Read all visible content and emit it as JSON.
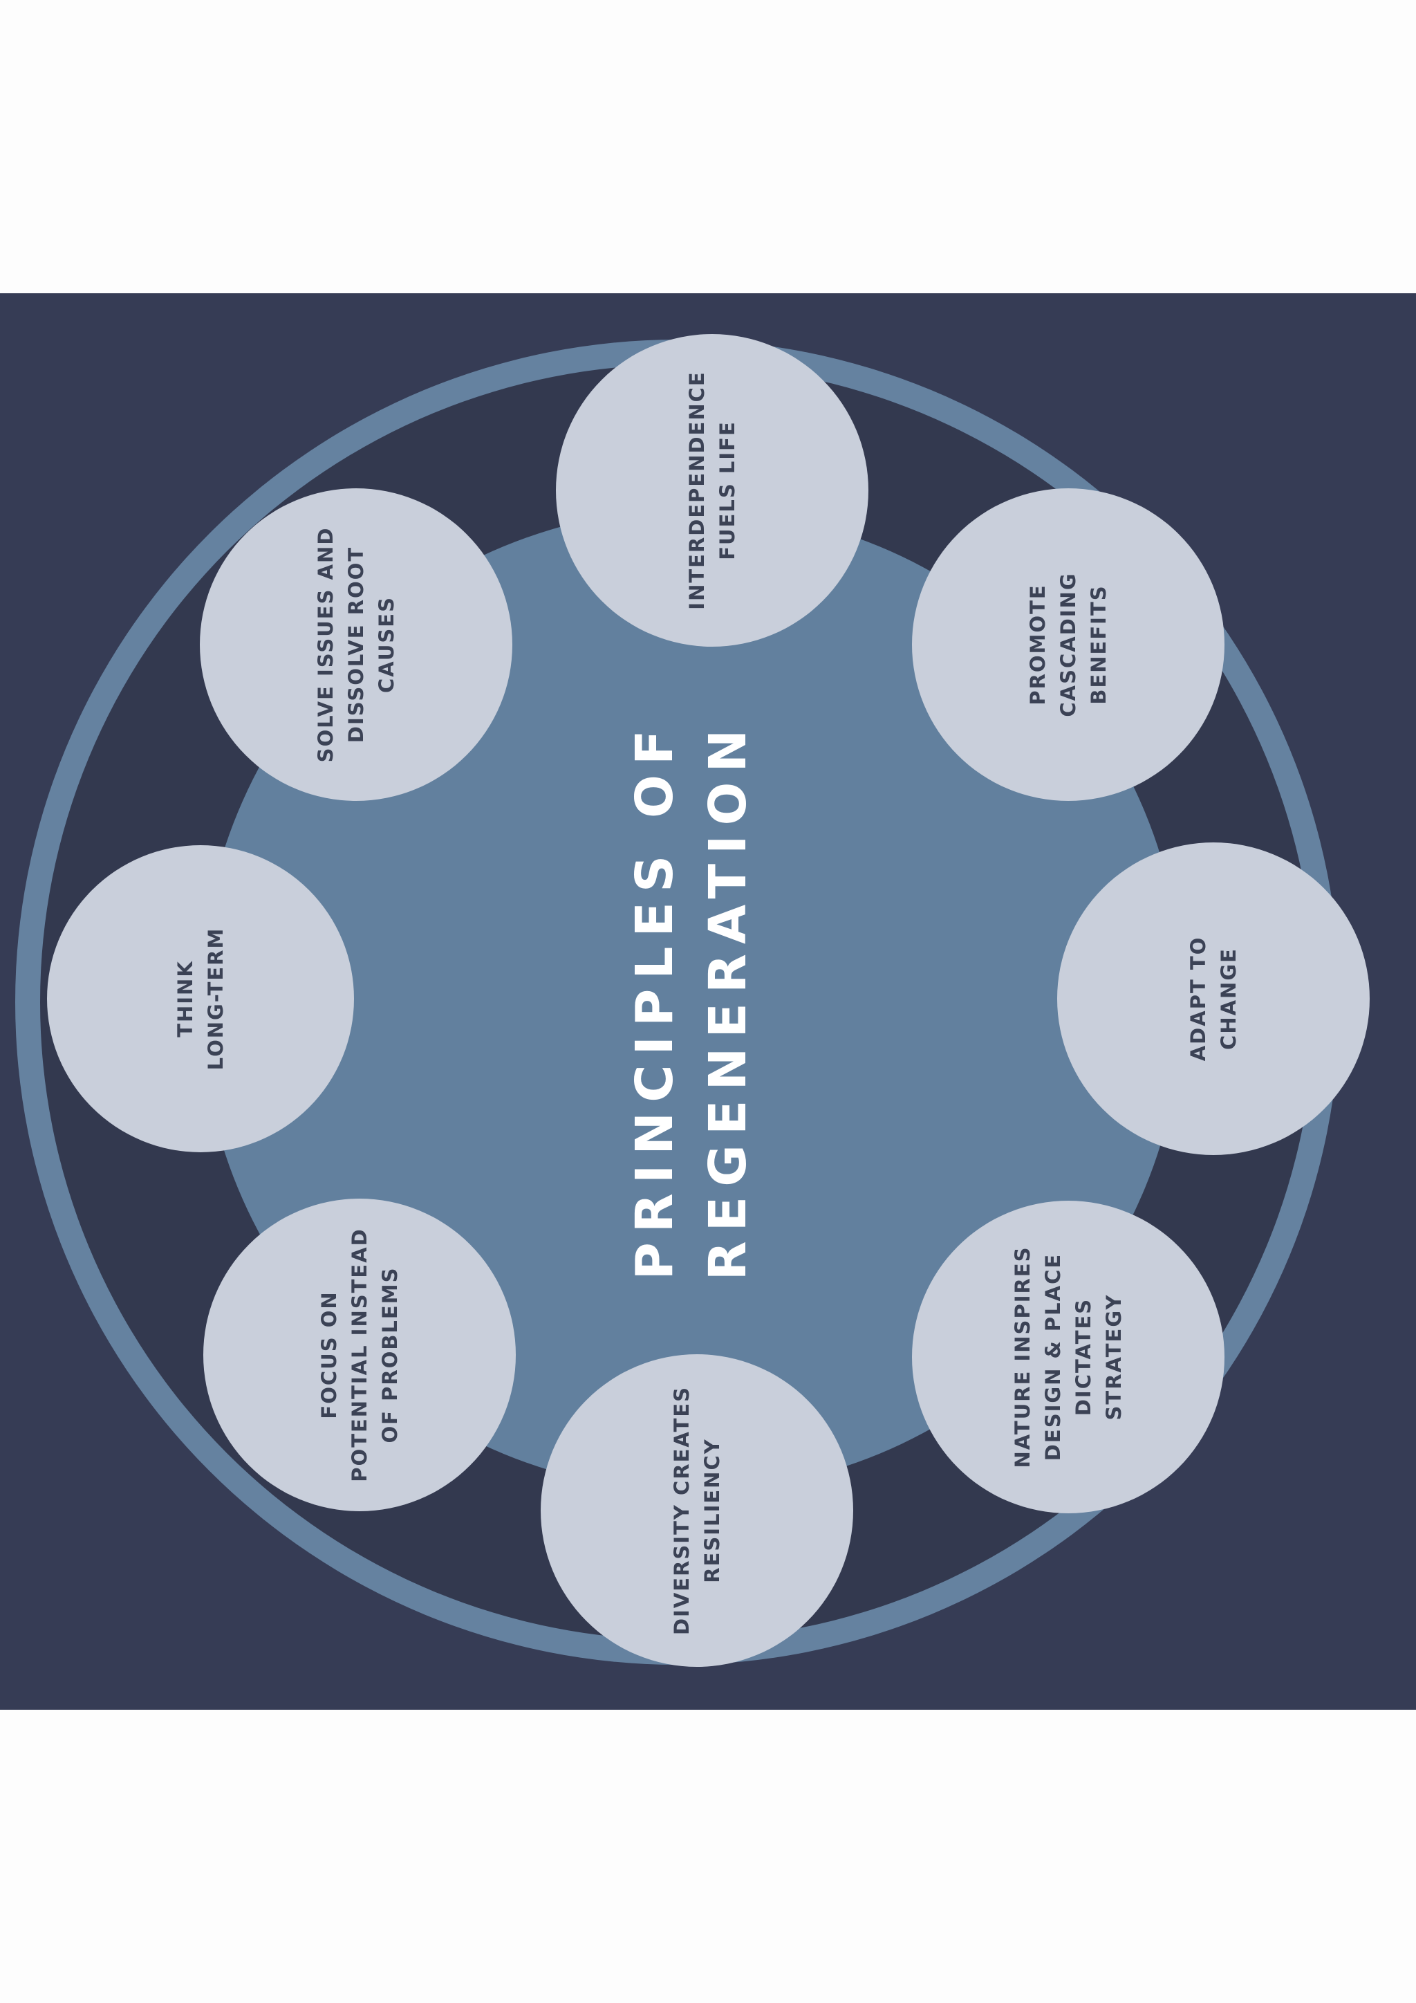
{
  "title": {
    "lines": [
      "PRINCIPLES OF",
      "REGENERATION"
    ]
  },
  "principles": [
    {
      "id": "interdependence",
      "lines": [
        "INTERDEPENDENCE",
        "FUELS LIFE"
      ]
    },
    {
      "id": "cascading-benefits",
      "lines": [
        "PROMOTE",
        "CASCADING",
        "BENEFITS"
      ]
    },
    {
      "id": "adapt-to-change",
      "lines": [
        "ADAPT TO",
        "CHANGE"
      ]
    },
    {
      "id": "nature-inspires",
      "lines": [
        "NATURE INSPIRES",
        "DESIGN & PLACE",
        "DICTATES",
        "STRATEGY"
      ]
    },
    {
      "id": "diversity-resiliency",
      "lines": [
        "DIVERSITY CREATES",
        "RESILIENCY"
      ]
    },
    {
      "id": "focus-on-potential",
      "lines": [
        "FOCUS ON",
        "POTENTIAL INSTEAD",
        "OF PROBLEMS"
      ]
    },
    {
      "id": "think-long-term",
      "lines": [
        "THINK",
        "LONG-TERM"
      ]
    },
    {
      "id": "solve-root-causes",
      "lines": [
        "SOLVE ISSUES AND",
        "DISSOLVE ROOT",
        "CAUSES"
      ]
    }
  ],
  "colors": {
    "background": "#363c55",
    "ring": "#6582a0",
    "ring_gap": "#33394f",
    "inner_disc": "#62809e",
    "node_fill": "#c9cfdb",
    "node_text": "#3b4255",
    "title_text": "#ffffff"
  }
}
